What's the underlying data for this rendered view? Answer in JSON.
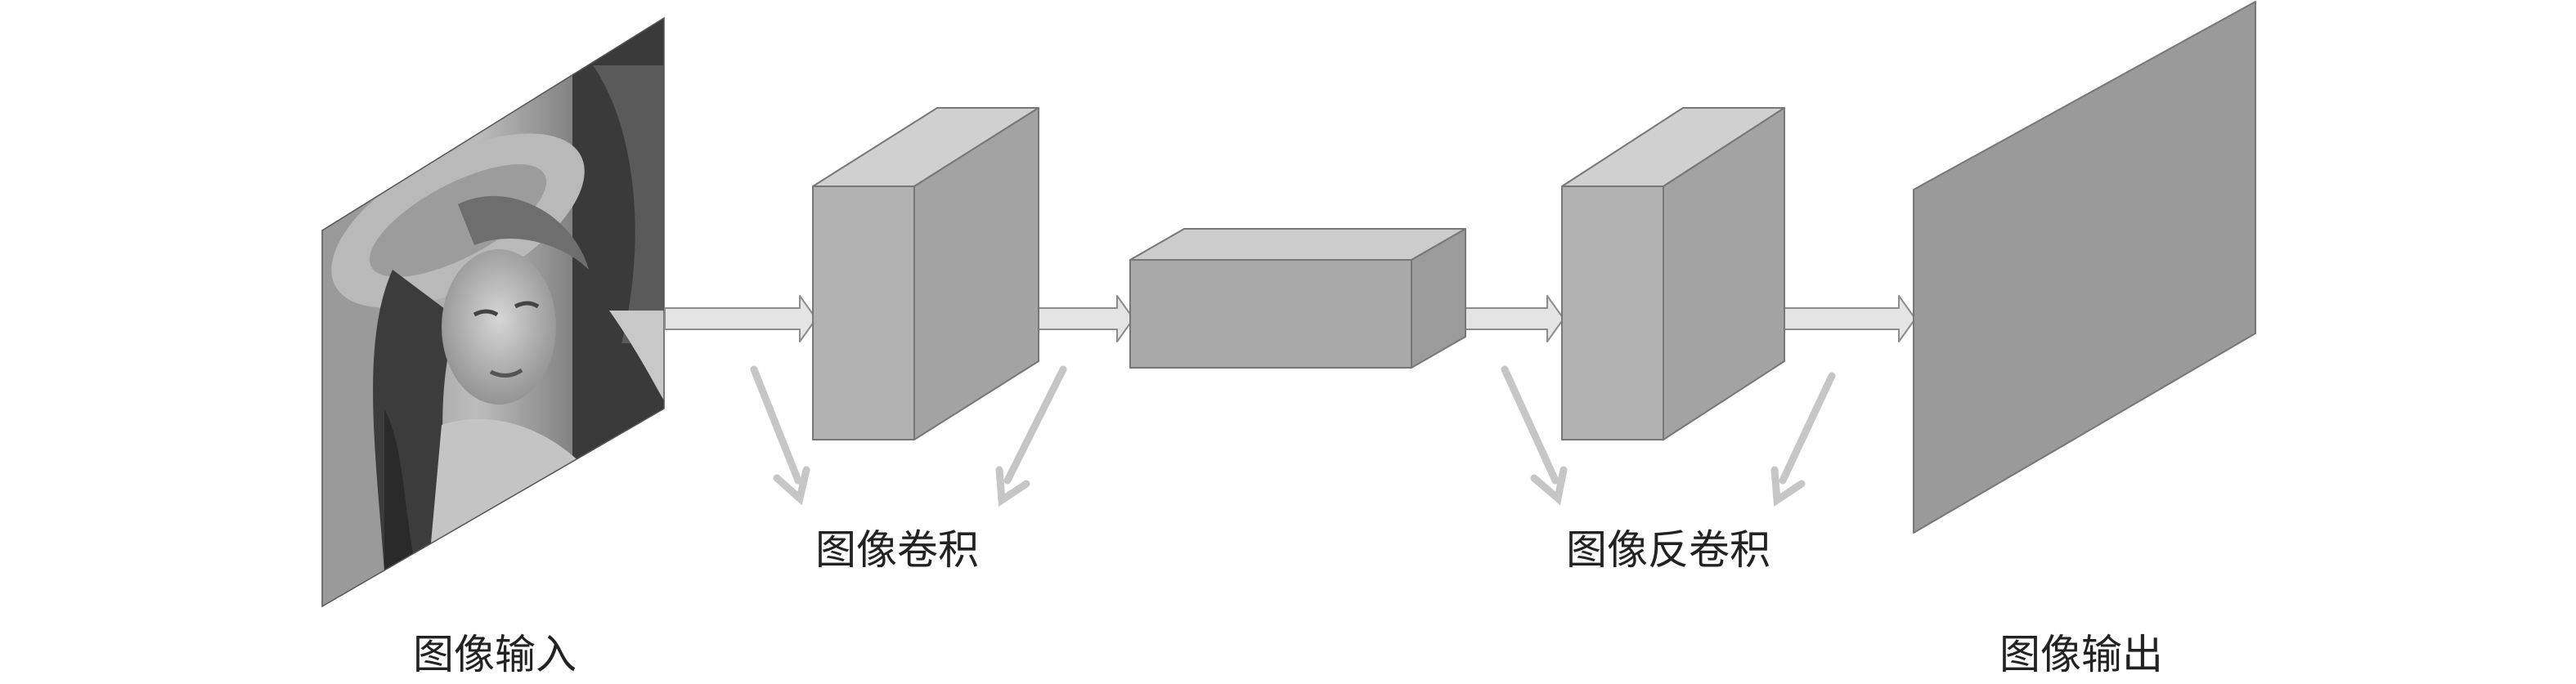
{
  "labels": {
    "input": "图像输入",
    "conv": "图像卷积",
    "deconv": "图像反卷积",
    "output": "图像输出"
  },
  "colors": {
    "block_front": "#b2b2b2",
    "block_top": "#d0d0d0",
    "block_side": "#a3a3a3",
    "middle_front": "#a9a9a9",
    "middle_top": "#cccccc",
    "middle_side": "#9b9b9b",
    "output_plane": "#9a9a9a",
    "flow_arrow": "#e4e4e4",
    "hint_arrow": "#c6c6c6"
  },
  "nodes": [
    {
      "id": "input",
      "kind": "input-image-icon"
    },
    {
      "id": "conv",
      "kind": "convolution-block"
    },
    {
      "id": "bottleneck",
      "kind": "feature-block"
    },
    {
      "id": "deconv",
      "kind": "deconvolution-block"
    },
    {
      "id": "output",
      "kind": "output-image-plane"
    }
  ],
  "edges": [
    {
      "from": "input",
      "to": "conv"
    },
    {
      "from": "conv",
      "to": "bottleneck"
    },
    {
      "from": "bottleneck",
      "to": "deconv"
    },
    {
      "from": "deconv",
      "to": "output"
    }
  ]
}
